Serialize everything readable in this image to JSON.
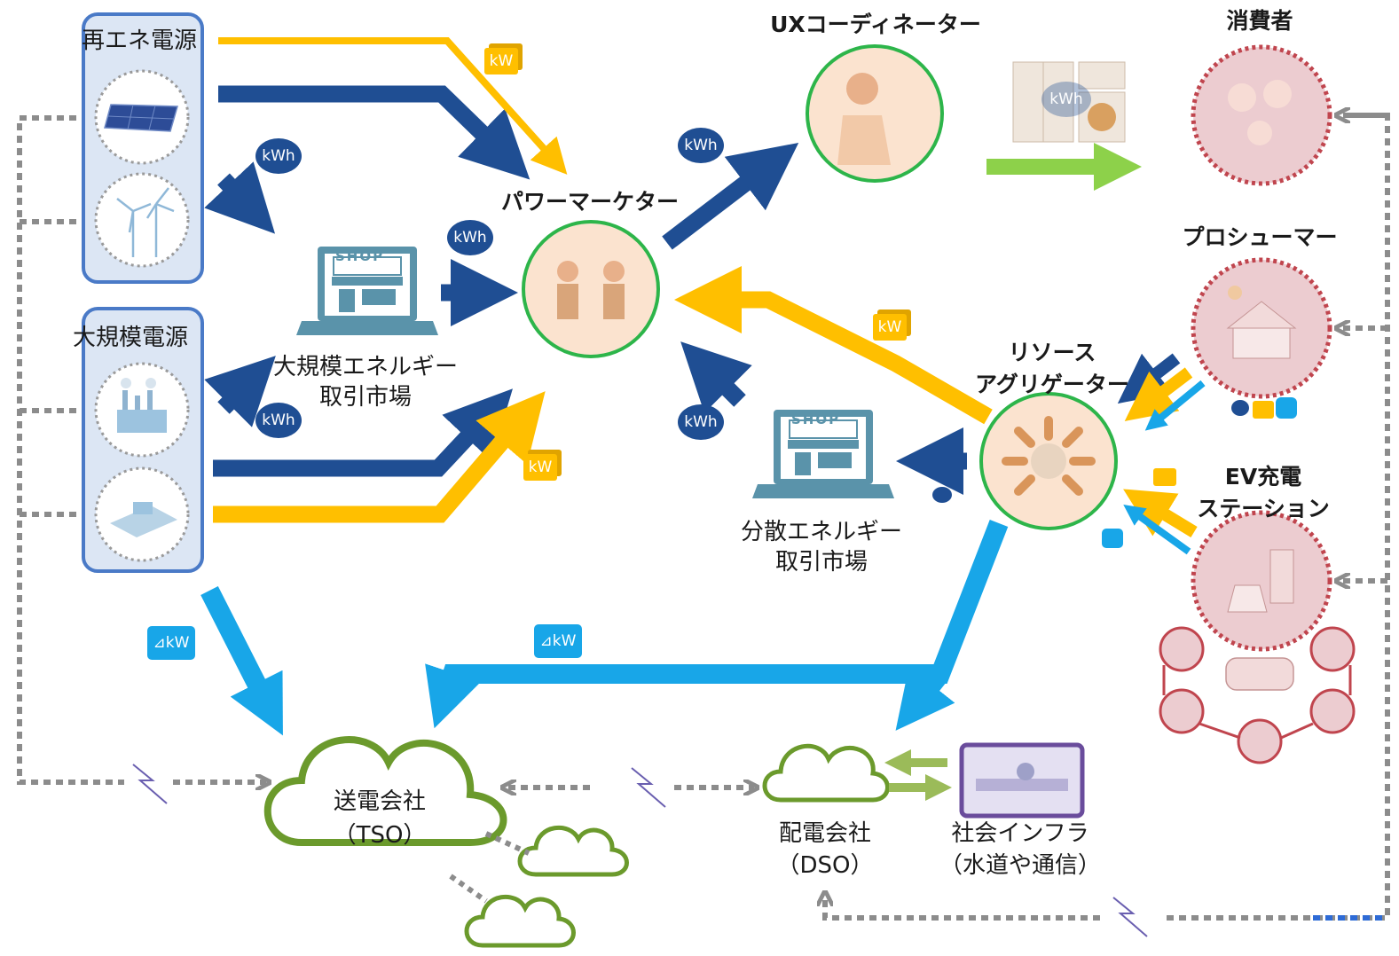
{
  "sources": {
    "renewable": "再エネ電源",
    "large_scale": "大規模電源"
  },
  "markets": {
    "large_energy": [
      "大規模エネルギー",
      "取引市場"
    ],
    "distributed_energy": [
      "分散エネルギー",
      "取引市場"
    ],
    "shop_sign": "SHOP"
  },
  "actors": {
    "power_marketer": "パワーマーケター",
    "ux_coordinator": "UXコーディネーター",
    "consumer": "消費者",
    "prosumer": "プロシューマー",
    "resource_aggregator": [
      "リソース",
      "アグリゲーター"
    ],
    "ev_station": [
      "EV充電",
      "ステーション"
    ]
  },
  "grid": {
    "tso": [
      "送電会社",
      "（TSO）"
    ],
    "dso": [
      "配電会社",
      "（DSO）"
    ],
    "infra": [
      "社会インフラ",
      "（水道や通信）"
    ]
  },
  "tags": {
    "kwh": "kWh",
    "kw": "kW",
    "delta_kw": "⊿kW"
  },
  "colors": {
    "kwh_flow": "#1f4e93",
    "kw_flow": "#ffbf00",
    "delta_kw_flow": "#18a6e8",
    "consumer_flow": "#8dd14a",
    "source_box": "#4a7ac7",
    "market_ring": "#2db54a",
    "tso_cloud": "#6b9a2c",
    "comm_line": "#8c8c8c"
  }
}
